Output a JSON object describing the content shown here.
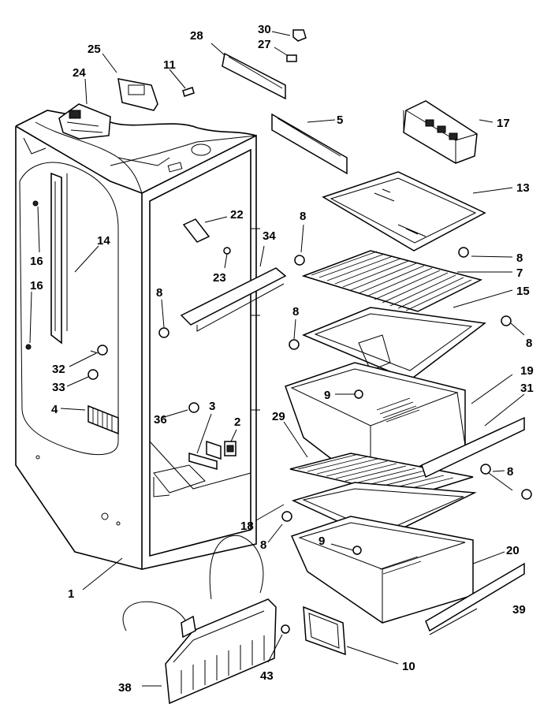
{
  "callouts": [
    {
      "id": "c-30",
      "label": "30"
    },
    {
      "id": "c-27",
      "label": "27"
    },
    {
      "id": "c-28",
      "label": "28"
    },
    {
      "id": "c-25",
      "label": "25"
    },
    {
      "id": "c-24",
      "label": "24"
    },
    {
      "id": "c-11",
      "label": "11"
    },
    {
      "id": "c-5",
      "label": "5"
    },
    {
      "id": "c-17",
      "label": "17"
    },
    {
      "id": "c-13",
      "label": "13"
    },
    {
      "id": "c-22",
      "label": "22"
    },
    {
      "id": "c-34",
      "label": "34"
    },
    {
      "id": "c-8a",
      "label": "8"
    },
    {
      "id": "c-8b",
      "label": "8"
    },
    {
      "id": "c-8c",
      "label": "8"
    },
    {
      "id": "c-8d",
      "label": "8"
    },
    {
      "id": "c-8e",
      "label": "8"
    },
    {
      "id": "c-8f",
      "label": "8"
    },
    {
      "id": "c-8g",
      "label": "8"
    },
    {
      "id": "c-7",
      "label": "7"
    },
    {
      "id": "c-15",
      "label": "15"
    },
    {
      "id": "c-14",
      "label": "14"
    },
    {
      "id": "c-16a",
      "label": "16"
    },
    {
      "id": "c-16b",
      "label": "16"
    },
    {
      "id": "c-23",
      "label": "23"
    },
    {
      "id": "c-32",
      "label": "32"
    },
    {
      "id": "c-33",
      "label": "33"
    },
    {
      "id": "c-4",
      "label": "4"
    },
    {
      "id": "c-36",
      "label": "36"
    },
    {
      "id": "c-3",
      "label": "3"
    },
    {
      "id": "c-2",
      "label": "2"
    },
    {
      "id": "c-9a",
      "label": "9"
    },
    {
      "id": "c-9b",
      "label": "9"
    },
    {
      "id": "c-19",
      "label": "19"
    },
    {
      "id": "c-31",
      "label": "31"
    },
    {
      "id": "c-29",
      "label": "29"
    },
    {
      "id": "c-18",
      "label": "18"
    },
    {
      "id": "c-20",
      "label": "20"
    },
    {
      "id": "c-1",
      "label": "1"
    },
    {
      "id": "c-39",
      "label": "39"
    },
    {
      "id": "c-10",
      "label": "10"
    },
    {
      "id": "c-38",
      "label": "38"
    },
    {
      "id": "c-43",
      "label": "43"
    }
  ]
}
